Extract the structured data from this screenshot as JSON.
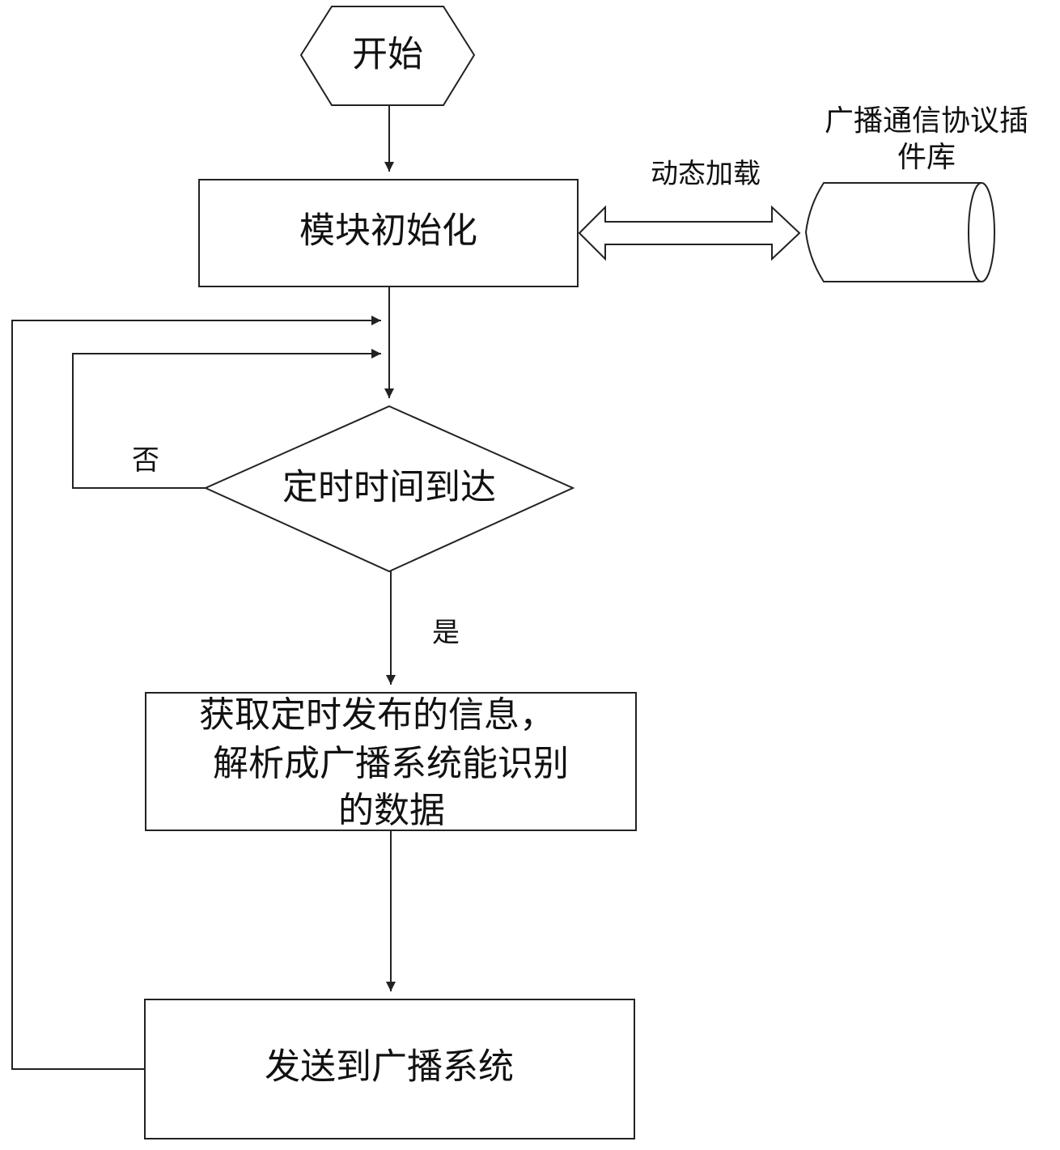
{
  "nodes": {
    "start": "开始",
    "init": "模块初始化",
    "decision": "定时时间到达",
    "process_lines": [
      "获取定时发布的信息，",
      "解析成广播系统能识别",
      "的数据"
    ],
    "send": "发送到广播系统",
    "library_lines": [
      "广播通信协议插",
      "件库"
    ]
  },
  "edges": {
    "dynamic_load": "动态加载",
    "no": "否",
    "yes": "是"
  }
}
